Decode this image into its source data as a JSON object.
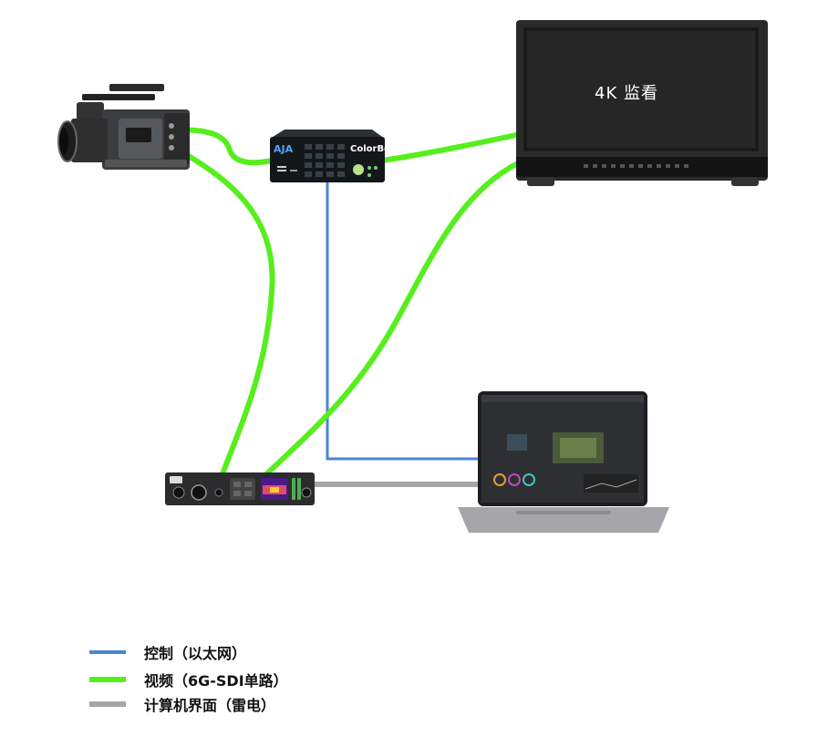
{
  "monitor": {
    "label": "4K 监看"
  },
  "colorbox": {
    "brand": "AJA",
    "model": "ColorBox"
  },
  "legend": {
    "control": {
      "label": "控制（以太网）",
      "color": "#4a86d0"
    },
    "video": {
      "label": "视频（6G-SDI单路）",
      "color": "#57ee1e"
    },
    "thunderbolt": {
      "label": "计算机界面（雷电）",
      "color": "#a6a6a6"
    }
  }
}
